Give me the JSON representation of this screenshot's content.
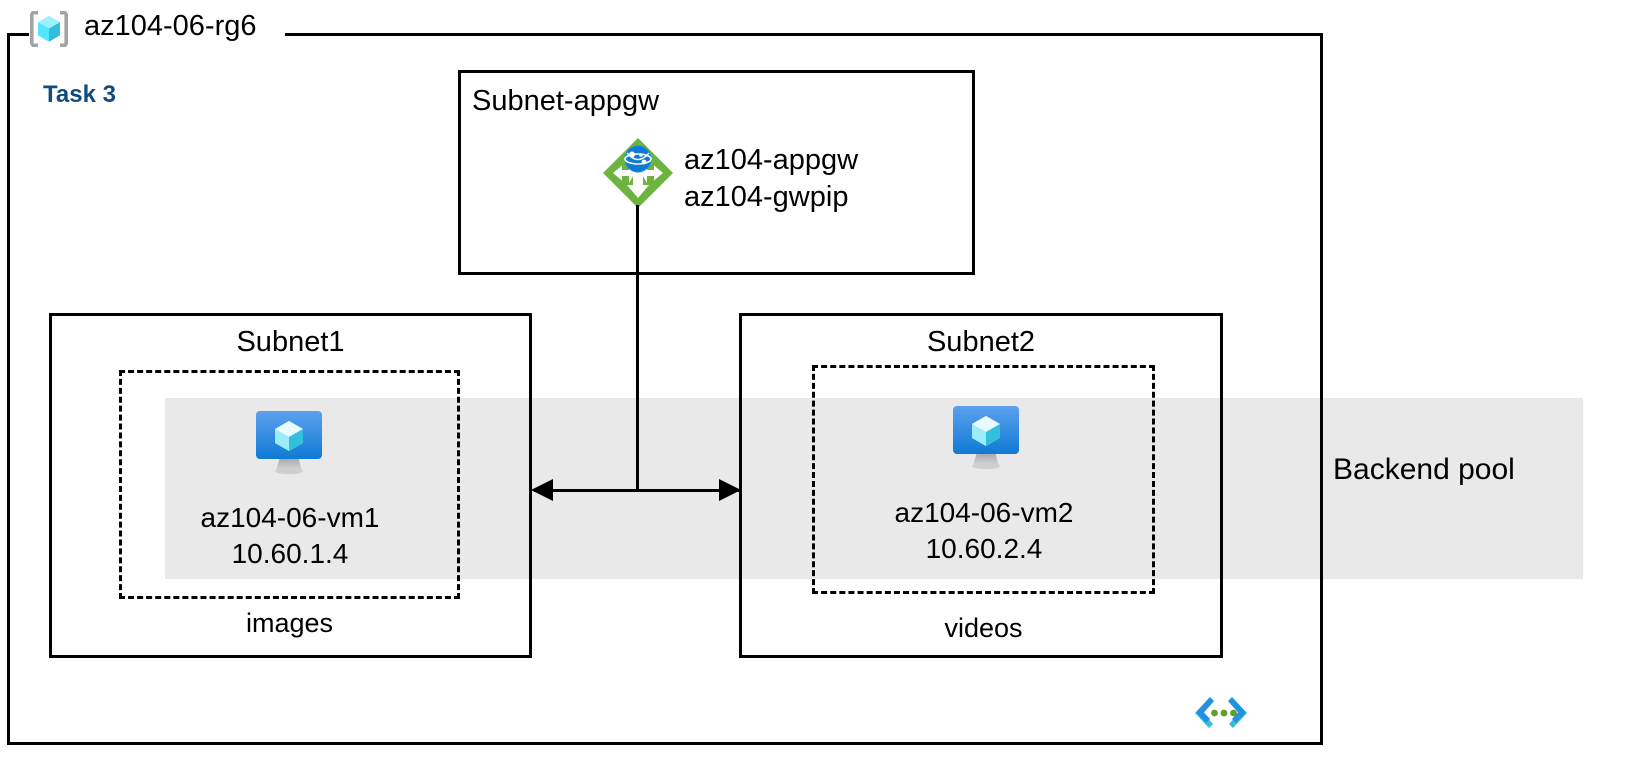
{
  "diagram": {
    "resource_group": {
      "name": "az104-06-rg6",
      "icon": "resource-group-cube-icon"
    },
    "task_label": "Task 3",
    "backend_pool": {
      "label": "Backend pool",
      "band_color": "#e9e9e9"
    },
    "code_icon": "arm-template-code-brackets-icon",
    "subnets": [
      {
        "id": "subnet-appgw",
        "title": "Subnet-appgw",
        "title_align": "left",
        "resources": [
          {
            "icon": "application-gateway-icon",
            "icon_color": "#6db33f",
            "labels": [
              "az104-appgw",
              "az104-gwpip"
            ]
          }
        ]
      },
      {
        "id": "subnet1",
        "title": "Subnet1",
        "title_align": "center",
        "caption": "images",
        "resources": [
          {
            "icon": "virtual-machine-icon",
            "icon_color": "#1b8ae5",
            "name": "az104-06-vm1",
            "ip": "10.60.1.4"
          }
        ]
      },
      {
        "id": "subnet2",
        "title": "Subnet2",
        "title_align": "center",
        "caption": "videos",
        "resources": [
          {
            "icon": "virtual-machine-icon",
            "icon_color": "#1b8ae5",
            "name": "az104-06-vm2",
            "ip": "10.60.2.4"
          }
        ]
      }
    ],
    "colors": {
      "task_text": "#114c7e",
      "stroke": "#000000",
      "appgw_green": "#6db33f",
      "vm_blue": "#1b8ae5",
      "rg_cyan": "#50e6ff",
      "code_blue": "#2391e0",
      "code_green": "#5f9e2a"
    }
  }
}
